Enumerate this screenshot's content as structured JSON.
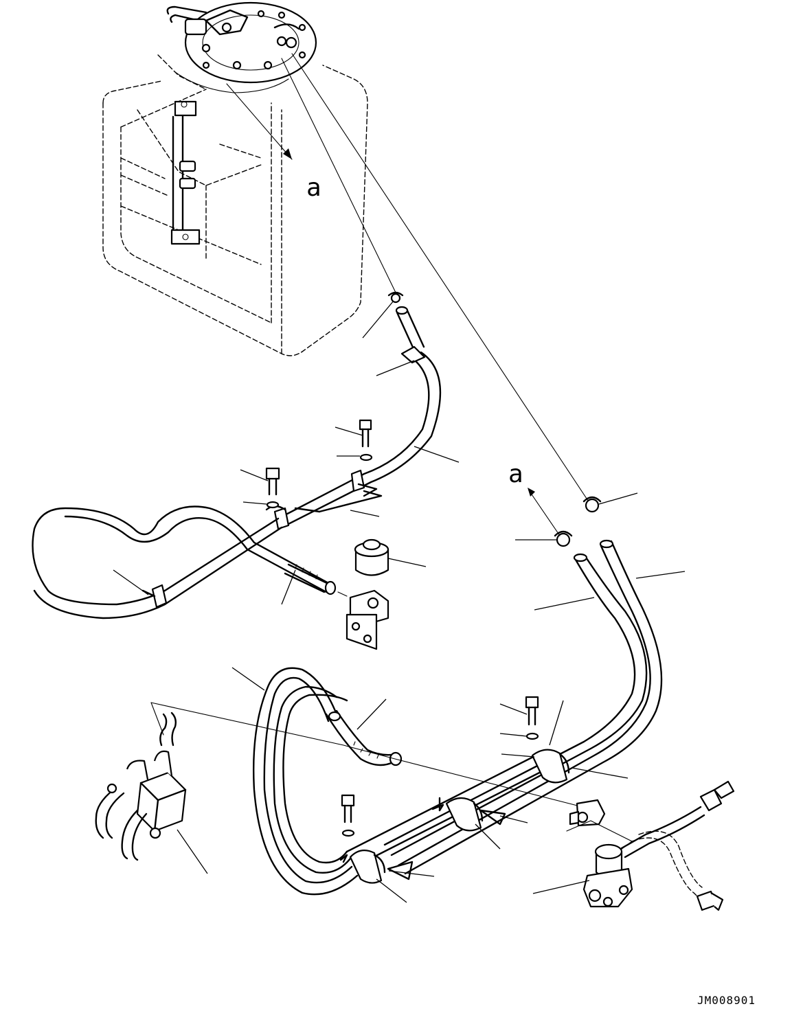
{
  "diagram": {
    "view_label_upper": "a",
    "view_label_lower": "a",
    "drawing_number": "JM008901"
  }
}
